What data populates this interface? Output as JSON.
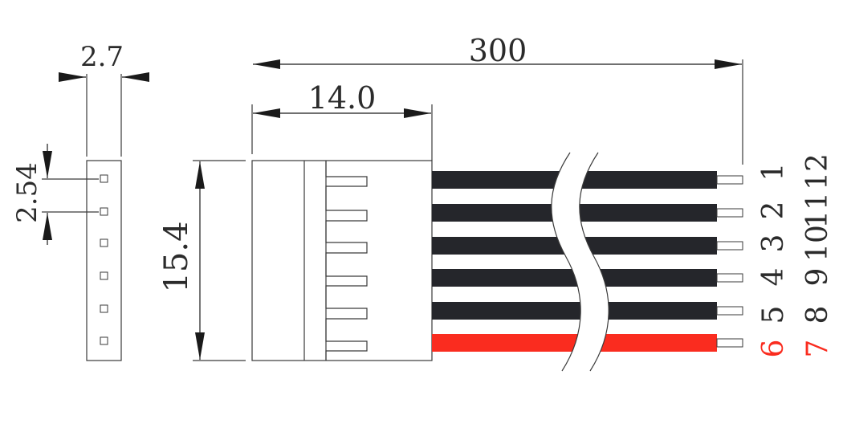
{
  "colors": {
    "line": "#3a3a3a",
    "wire_black": "#25262b",
    "wire_red": "#fa2c1f",
    "label_red": "#fa2c1f",
    "label_dark": "#2b2b2b",
    "background": "#ffffff"
  },
  "dimensions": {
    "width": "2.7",
    "pitch": "2.54",
    "total_length": "300",
    "housing_length": "14.0",
    "height": "15.4"
  },
  "wires": [
    {
      "color": "black",
      "pin_left": "1",
      "pin_right": "12"
    },
    {
      "color": "black",
      "pin_left": "2",
      "pin_right": "11"
    },
    {
      "color": "black",
      "pin_left": "3",
      "pin_right": "10"
    },
    {
      "color": "black",
      "pin_left": "4",
      "pin_right": "9"
    },
    {
      "color": "black",
      "pin_left": "5",
      "pin_right": "8"
    },
    {
      "color": "red",
      "pin_left": "6",
      "pin_right": "7"
    }
  ]
}
